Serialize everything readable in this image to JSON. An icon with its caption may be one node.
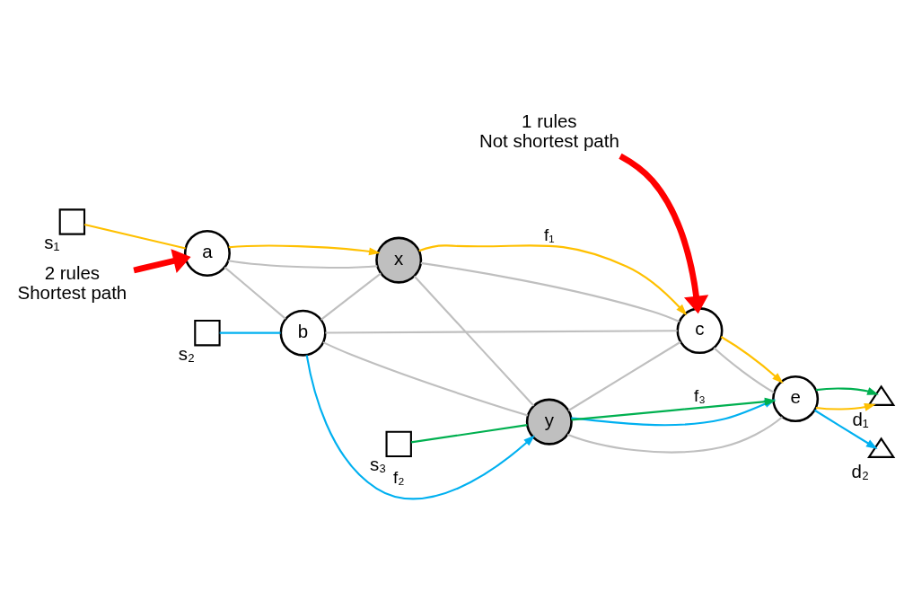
{
  "diagram": {
    "nodes": [
      {
        "text": [],
        "shape": "box",
        "beside": [
          "s₂"
        ]
      },
      {
        "text": [],
        "shape": "box",
        "beside": [
          "s₃"
        ]
      },
      {
        "text": [
          "b"
        ]
      },
      {
        "text": [
          "y"
        ]
      },
      {
        "text": [],
        "shape": "triangle",
        "beside": [
          "d₁"
        ]
      },
      {
        "text": [],
        "shape": "box",
        "beside": [
          "s₁"
        ]
      },
      {
        "text": [
          "a"
        ]
      },
      {
        "text": [
          "e"
        ]
      },
      {
        "text": [
          "x"
        ]
      },
      {
        "text": [
          "c"
        ]
      },
      {
        "text": [],
        "shape": "triangle",
        "beside": [
          "d₂"
        ]
      },
      {
        "text": [
          "2 rules",
          "Shortest path"
        ]
      },
      {
        "text": [
          "1 rules",
          "Not shortest path"
        ]
      }
    ],
    "edges": [
      {
        "from": 6,
        "to": 2,
        "arrow": "none"
      },
      {
        "from": 6,
        "to": 8,
        "arrow": "none"
      },
      {
        "from": 2,
        "to": 8,
        "arrow": "none"
      },
      {
        "from": 2,
        "to": 3,
        "arrow": "none"
      },
      {
        "from": 2,
        "to": 9,
        "arrow": "none"
      },
      {
        "from": 8,
        "to": 3,
        "arrow": "none"
      },
      {
        "from": 8,
        "to": 9,
        "arrow": "none"
      },
      {
        "from": 3,
        "to": 9,
        "arrow": "none"
      },
      {
        "from": 3,
        "to": 7,
        "arrow": "none"
      },
      {
        "from": 9,
        "to": 7,
        "arrow": "none"
      },
      {
        "from": 5,
        "to": 6,
        "arrow": "none",
        "color": "#ffc000"
      },
      {
        "from": 6,
        "to": 8,
        "arrow": "to",
        "color": "#ffc000"
      },
      {
        "from": 8,
        "to": 9,
        "arrow": "to",
        "label": "f₁",
        "color": "#ffc000"
      },
      {
        "from": 9,
        "to": 7,
        "arrow": "to",
        "color": "#ffc000"
      },
      {
        "from": 7,
        "to": 4,
        "arrow": "to",
        "color": "#ffc000"
      },
      {
        "from": 0,
        "to": 2,
        "arrow": "none",
        "color": "#00b0f0"
      },
      {
        "from": 2,
        "to": 3,
        "arrow": "to",
        "label": "f₂",
        "color": "#00b0f0"
      },
      {
        "from": 3,
        "to": 7,
        "arrow": "to",
        "color": "#00b0f0"
      },
      {
        "from": 7,
        "to": 10,
        "arrow": "to",
        "color": "#00b0f0"
      },
      {
        "from": 1,
        "to": 3,
        "arrow": "none",
        "color": "#00b050"
      },
      {
        "from": 3,
        "to": 7,
        "arrow": "to",
        "label": "f₃",
        "color": "#00b050"
      },
      {
        "from": 7,
        "to": 4,
        "arrow": "to",
        "color": "#00b050"
      },
      {
        "from": 11,
        "to": 6,
        "arrow": "to",
        "style": "thick",
        "color": "#ff0000"
      },
      {
        "from": 12,
        "to": 9,
        "arrow": "to",
        "style": "thick",
        "color": "#ff0000"
      }
    ]
  }
}
